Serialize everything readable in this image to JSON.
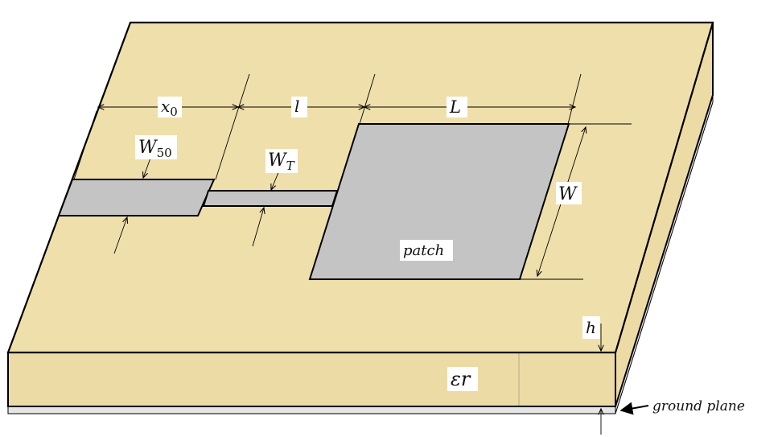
{
  "colors": {
    "substrate": "#EFDFAA",
    "substrate_side": "#EDDBA6",
    "copper": "#C4C4C4",
    "ground": "#E6E6E6",
    "outline": "#000000"
  },
  "labels": {
    "x0_main": "x",
    "x0_sub": "0",
    "l": "l",
    "L": "L",
    "W50_main": "W",
    "W50_sub": "50",
    "WT_main": "W",
    "WT_sub": "T",
    "W": "W",
    "patch": "patch",
    "h": "h",
    "er": "εr",
    "ground_plane": "ground plane"
  }
}
